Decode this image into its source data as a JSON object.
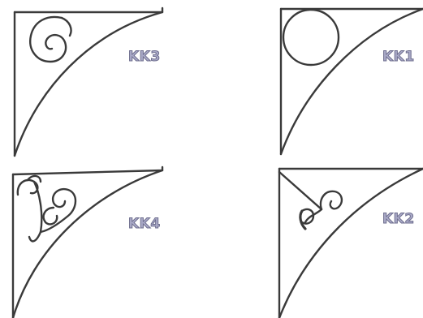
{
  "brackets": [
    {
      "model": "KK3",
      "ornament": "spiral-scroll"
    },
    {
      "model": "KK1",
      "ornament": "circle-ring"
    },
    {
      "model": "KK4",
      "ornament": "heart-scroll"
    },
    {
      "model": "KK2",
      "ornament": "diagonal-brace-with-scroll"
    }
  ],
  "colors": {
    "iron": "#3a3a3a",
    "label_fill": "#aaaac8",
    "label_outline": "#6e6e8e",
    "background": "#ffffff"
  }
}
